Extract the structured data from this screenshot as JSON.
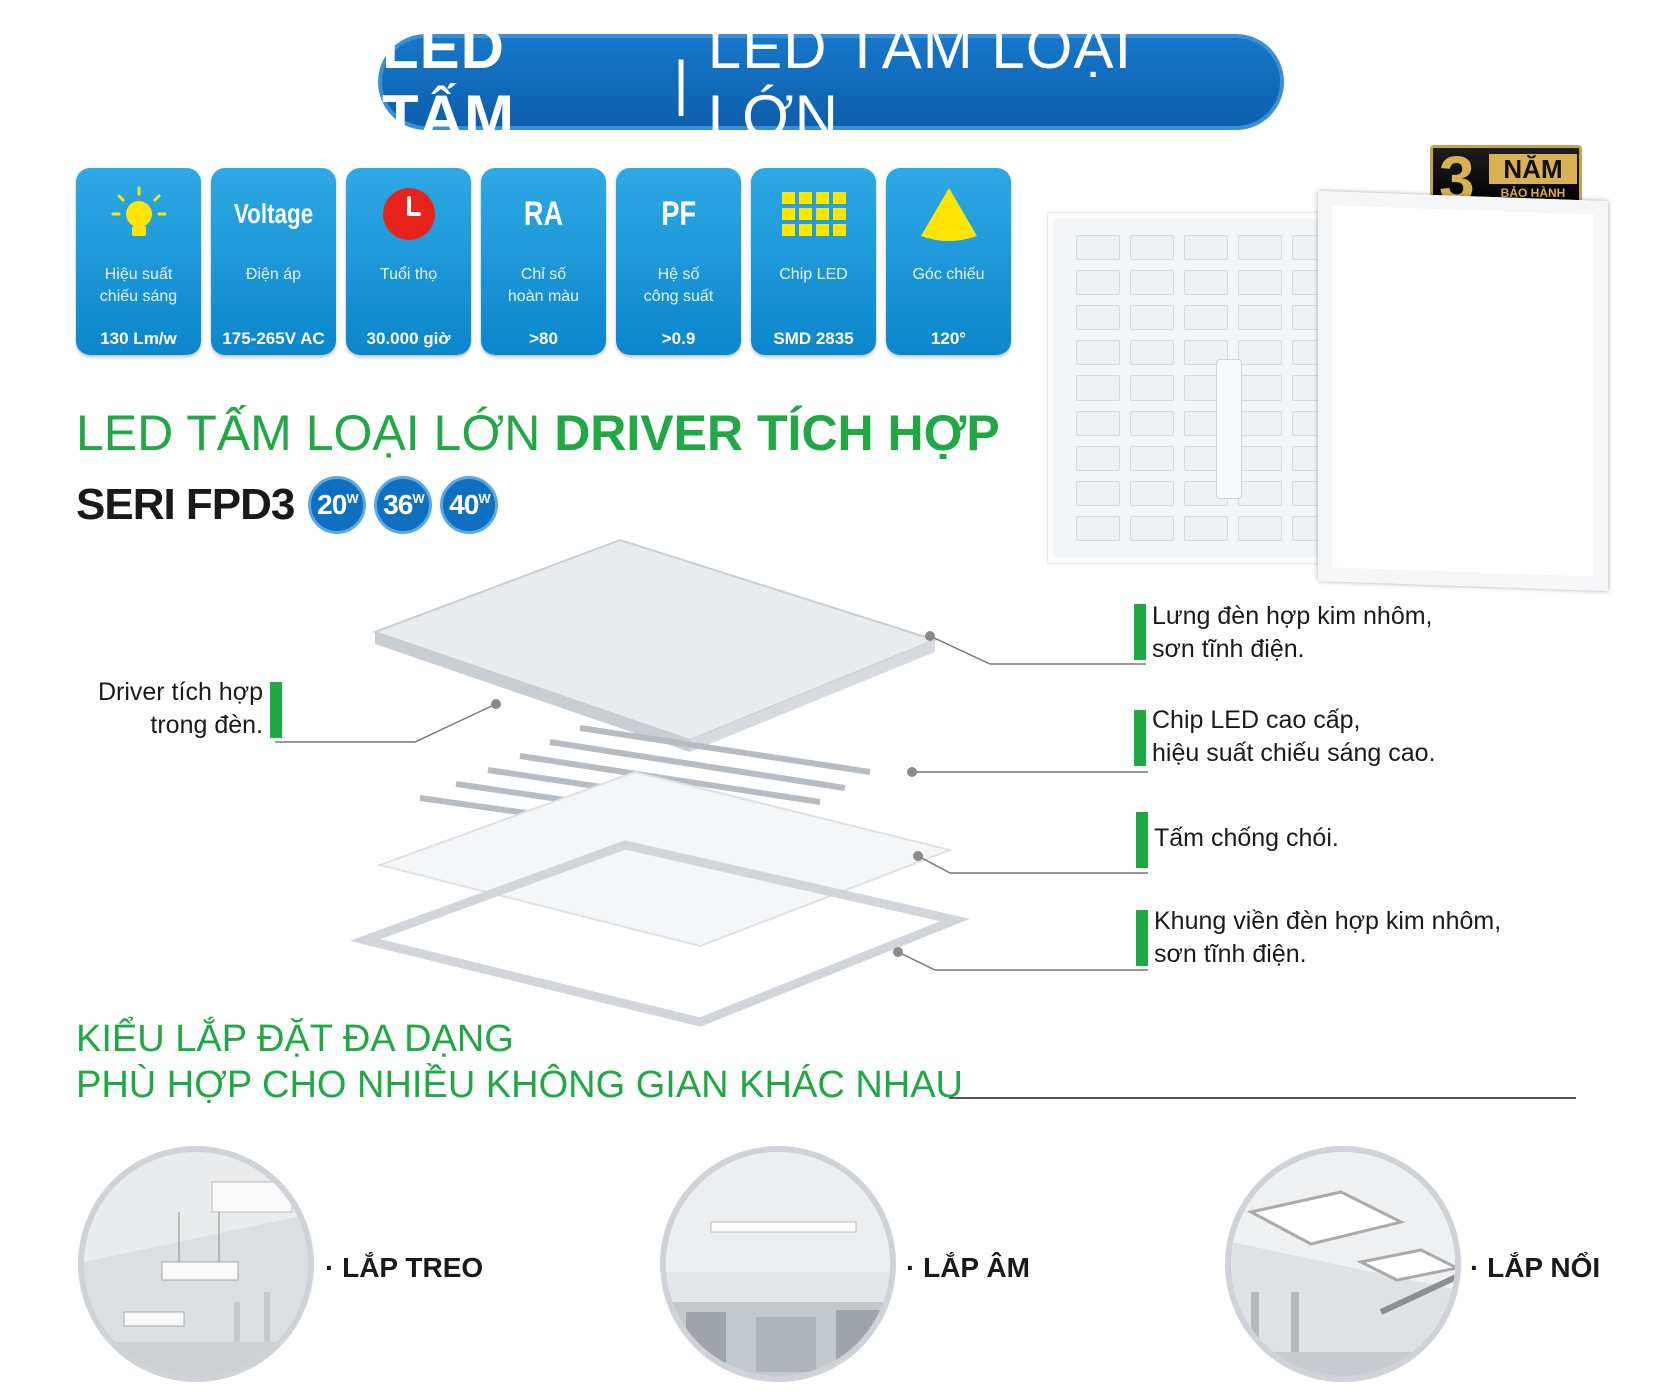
{
  "title": {
    "bold": "LED TẤM",
    "sep": "|",
    "light": "LED TẤM LOẠI LỚN"
  },
  "specs": [
    {
      "icon": "lightbulb-icon",
      "label1": "Hiệu suất",
      "label2": "chiếu sáng",
      "value": "130 Lm/w"
    },
    {
      "icon": "voltage-icon",
      "big": "Voltage",
      "label1": "Điện áp",
      "label2": "",
      "value": "175-265V AC"
    },
    {
      "icon": "clock-icon",
      "label1": "Tuổi thọ",
      "label2": "",
      "value": "30.000 giờ"
    },
    {
      "icon": "ra-icon",
      "big": "RA",
      "label1": "Chỉ số",
      "label2": "hoàn màu",
      "value": ">80"
    },
    {
      "icon": "pf-icon",
      "big": "PF",
      "label1": "Hệ số",
      "label2": "công suất",
      "value": ">0.9"
    },
    {
      "icon": "chip-grid-icon",
      "label1": "Chip LED",
      "label2": "",
      "value": "SMD 2835"
    },
    {
      "icon": "beam-angle-icon",
      "label1": "Góc chiếu",
      "label2": "",
      "value": "120°"
    }
  ],
  "warranty": {
    "number": "3",
    "word": "NĂM",
    "sub": "BẢO HÀNH"
  },
  "heading": {
    "light": "LED TẤM LOẠI LỚN ",
    "bold": "DRIVER TÍCH HỢP"
  },
  "series": {
    "name": "SERI FPD3",
    "watts": [
      "20",
      "36",
      "40"
    ],
    "unit": "W"
  },
  "callouts": {
    "driver": {
      "line1": "Driver tích hợp",
      "line2": "trong đèn."
    },
    "back": {
      "line1": "Lưng đèn hợp kim nhôm,",
      "line2": "sơn tĩnh điện."
    },
    "chip": {
      "line1": "Chip LED cao cấp,",
      "line2": "hiệu suất chiếu sáng cao."
    },
    "diffuser": {
      "line1": "Tấm chống chói."
    },
    "frame": {
      "line1": "Khung viền đèn hợp kim nhôm,",
      "line2": "sơn tĩnh điện."
    }
  },
  "install": {
    "line1": "KIỂU LẮP ĐẶT ĐA DẠNG",
    "line2": "PHÙ HỢP CHO NHIỀU KHÔNG GIAN KHÁC NHAU",
    "options": [
      "· LẮP TREO",
      "· LẮP ÂM",
      "· LẮP NỔI"
    ]
  },
  "colors": {
    "brand_blue": "#0d5fad",
    "accent_green": "#1fa843",
    "tile_blue": "#1b97d8"
  }
}
